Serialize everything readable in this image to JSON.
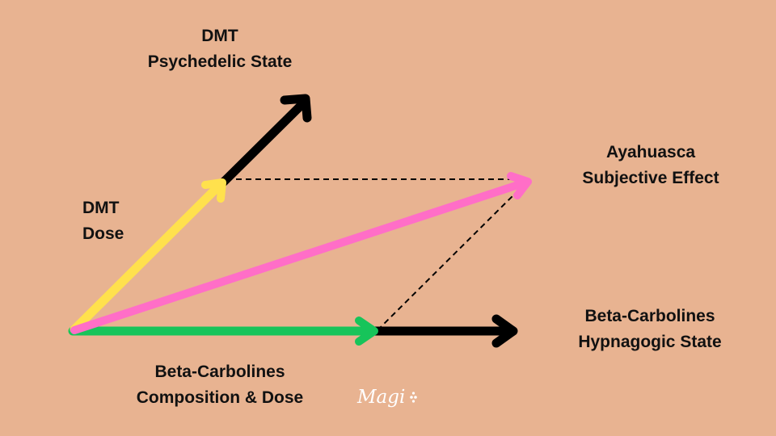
{
  "colors": {
    "background": "#e8b391",
    "dmt_dose": "#ffe14d",
    "dmt_state": "#000000",
    "beta_dose": "#17c45a",
    "beta_state": "#000000",
    "ayahuasca": "#ff6ec7",
    "dashed": "#000000"
  },
  "labels": {
    "dmt_state": {
      "line1": "DMT",
      "line2": "Psychedelic State"
    },
    "ayahuasca": {
      "line1": "Ayahuasca",
      "line2": "Subjective Effect"
    },
    "dmt_dose": {
      "line1": "DMT",
      "line2": "Dose"
    },
    "beta_state": {
      "line1": "Beta-Carbolines",
      "line2": "Hypnagogic State"
    },
    "beta_dose": {
      "line1": "Beta-Carbolines",
      "line2": "Composition & Dose"
    }
  },
  "logo": {
    "text": "Magi"
  },
  "icons": {
    "arrowheads": "chevron-arrowhead",
    "logo": "magi-script-logo"
  }
}
